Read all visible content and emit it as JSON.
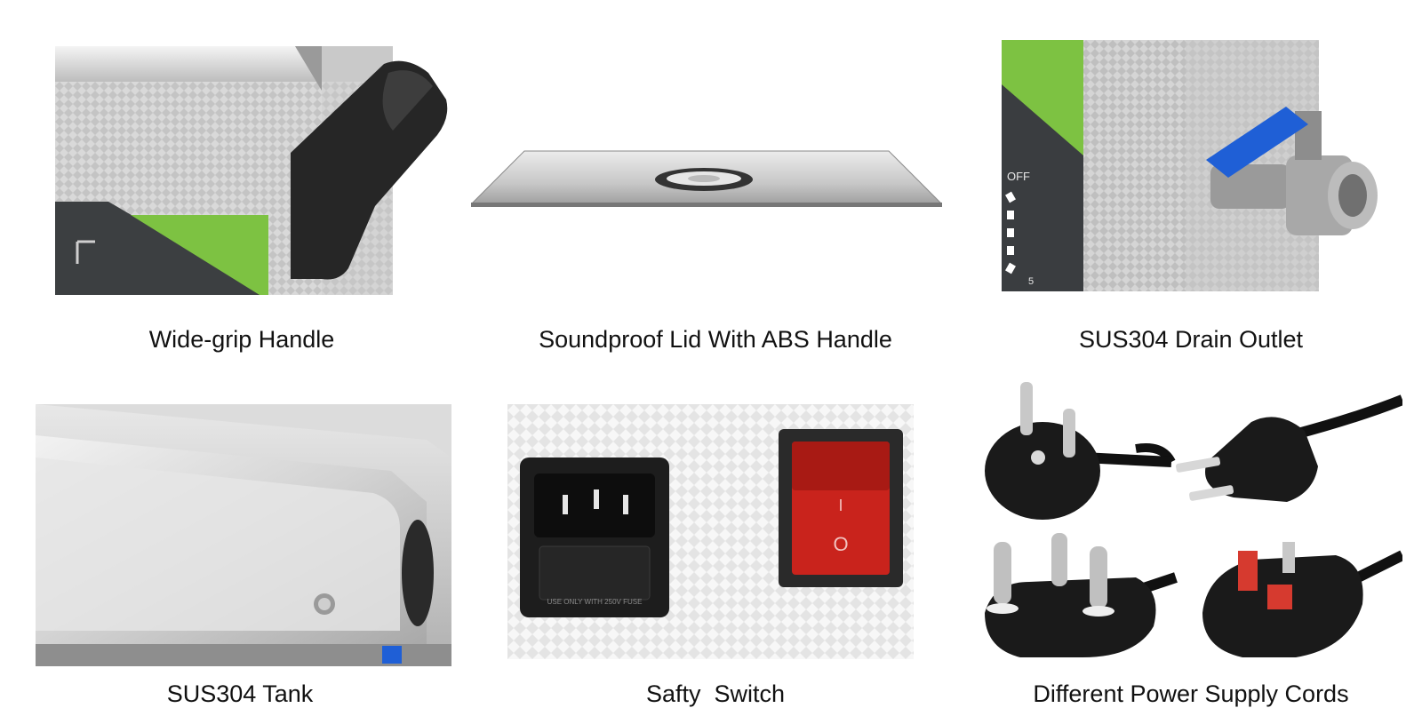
{
  "captions": {
    "handle": "Wide-grip Handle",
    "lid": "Soundproof Lid With ABS Handle",
    "drain": "SUS304 Drain Outlet",
    "tank": "SUS304 Tank",
    "switch": "Safty  Switch",
    "cords": "Different Power Supply Cords"
  },
  "labels": {
    "timer_off": "OFF",
    "timer_five": "5",
    "switch_on_mark": "I",
    "switch_off_mark": "O",
    "socket_text": "USE ONLY WITH 250V FUSE"
  },
  "icons": {
    "handle": "wide-grip-handle-photo",
    "lid": "lid-photo",
    "drain": "drain-valve-photo",
    "tank": "tank-photo",
    "switch": "power-socket-and-switch-photo",
    "cords": "power-plugs-photo"
  },
  "colors": {
    "accent_green": "#7dc242",
    "valve_blue": "#1f5fd6",
    "switch_red": "#c9231c",
    "plug_black": "#1a1a1a",
    "uk_pin_red": "#d63a2f"
  }
}
